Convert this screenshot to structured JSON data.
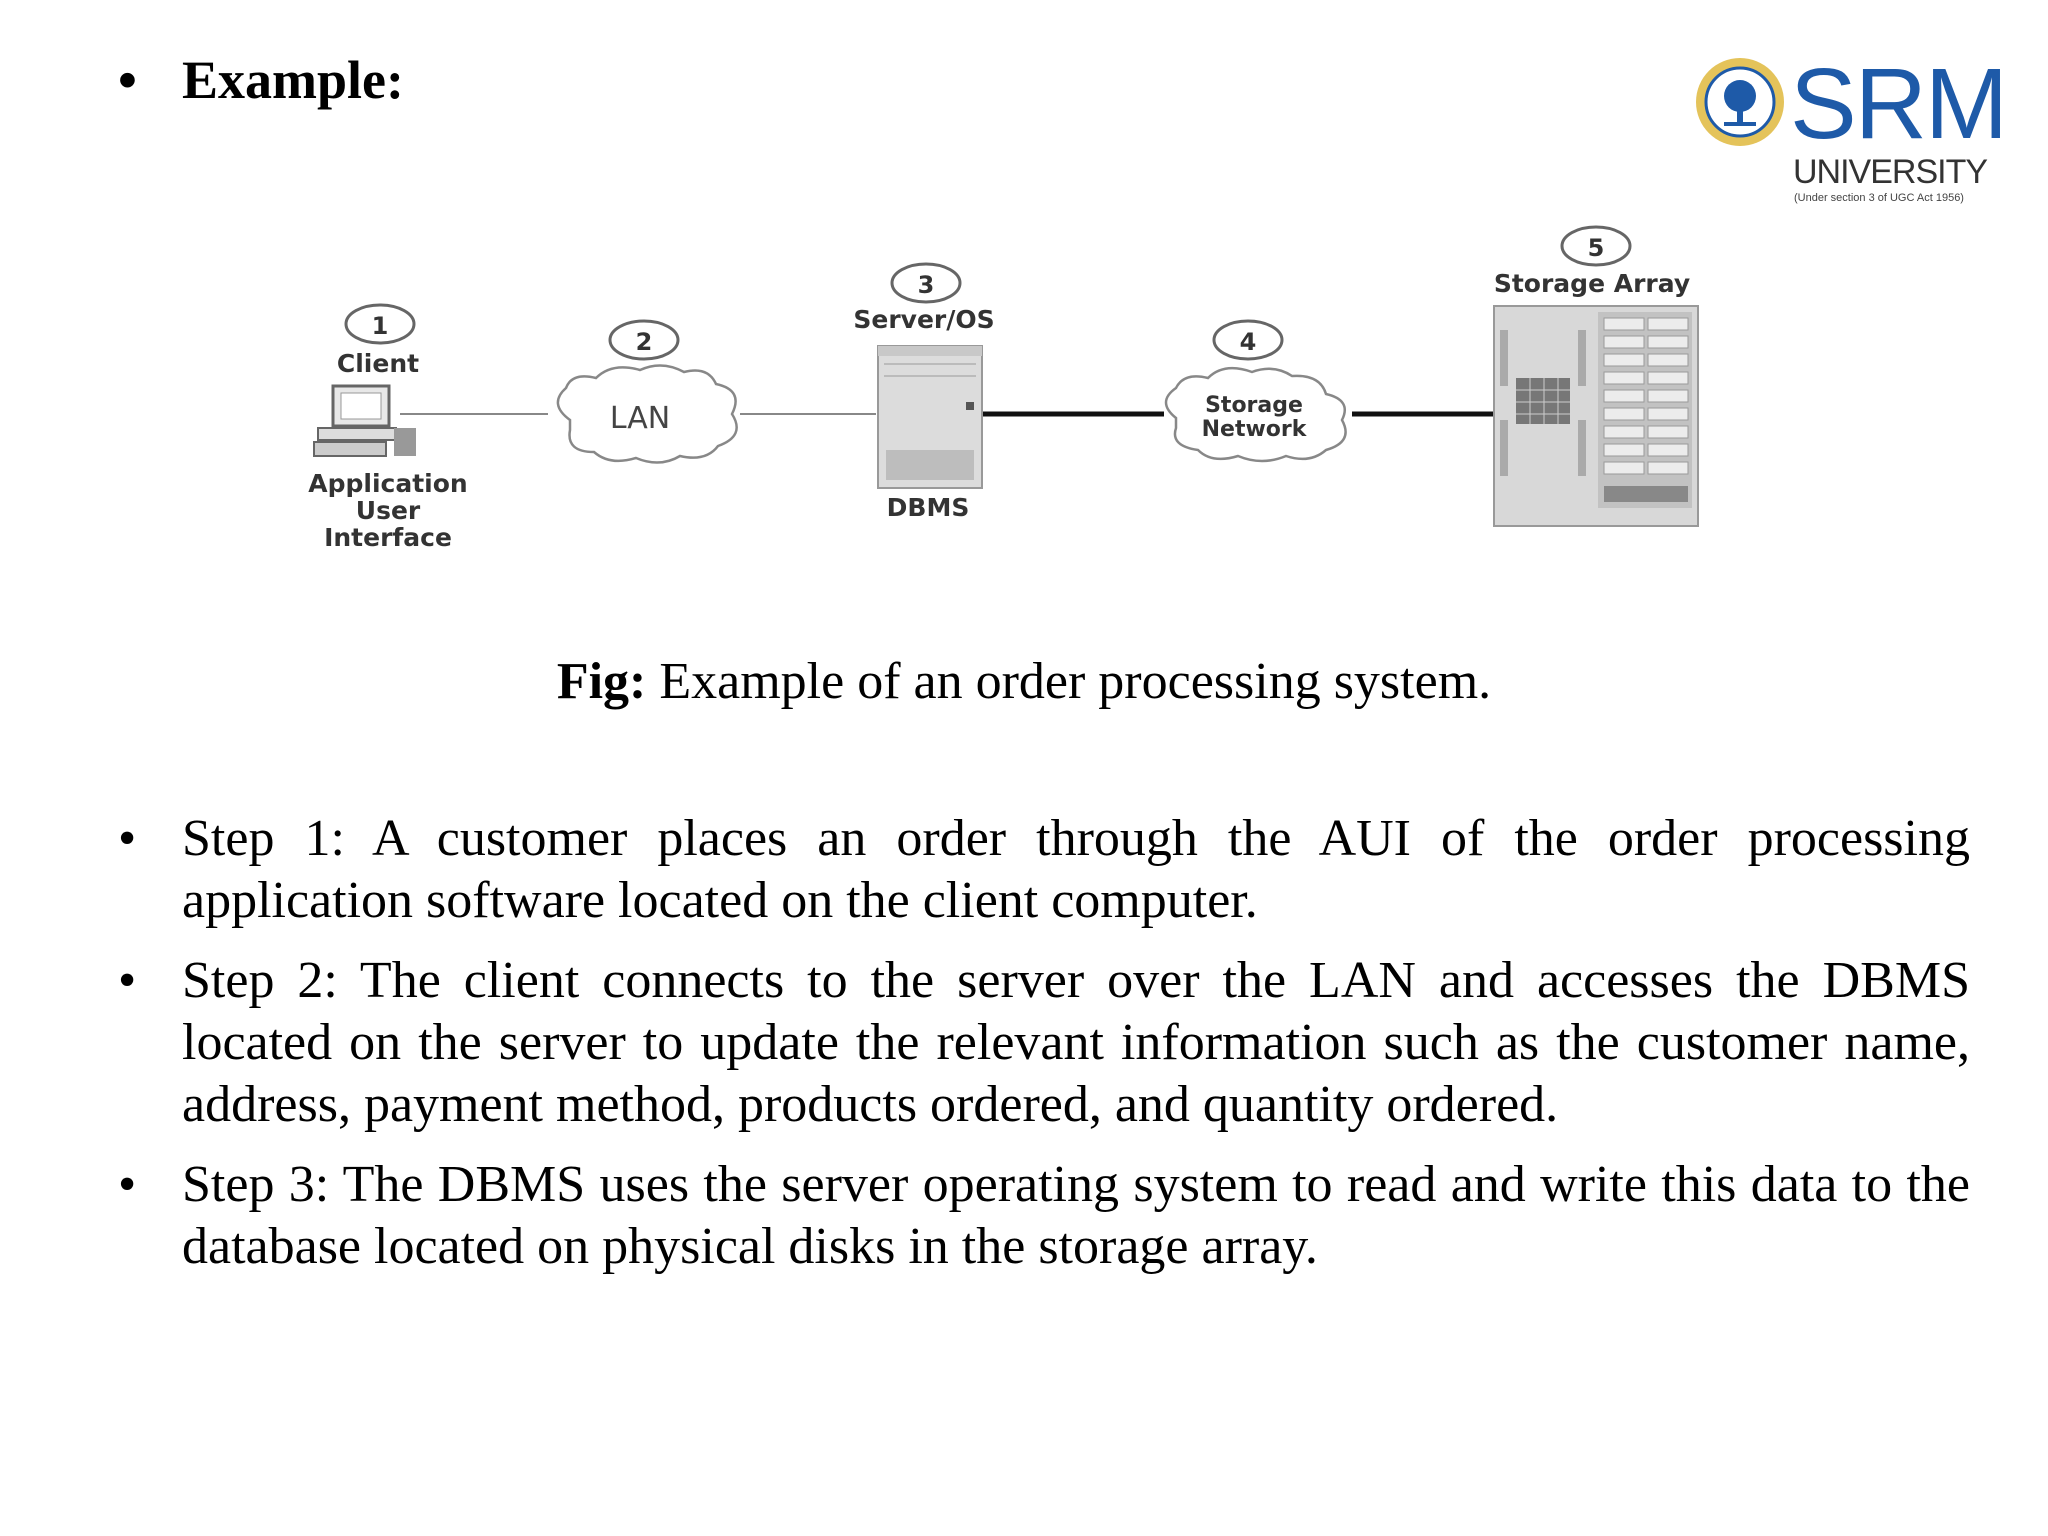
{
  "heading": {
    "bullet": "•",
    "label": "Example:"
  },
  "logo": {
    "name": "SRM",
    "university": "UNIVERSITY",
    "subtitle": "(Under section 3 of UGC Act 1956)"
  },
  "diagram": {
    "nodes": [
      {
        "number": "1",
        "label": "Client",
        "sub_label_lines": [
          "Application",
          "User",
          "Interface"
        ]
      },
      {
        "number": "2",
        "label": "LAN"
      },
      {
        "number": "3",
        "label": "Server/OS",
        "sub_label": "DBMS"
      },
      {
        "number": "4",
        "label_lines": [
          "Storage",
          "Network"
        ]
      },
      {
        "number": "5",
        "label": "Storage Array"
      }
    ]
  },
  "caption": {
    "bold": "Fig:",
    "text": " Example of an order processing system."
  },
  "steps": [
    {
      "bullet": "•",
      "text": "Step 1: A customer places an order through the AUI of the order processing application software located on the client computer."
    },
    {
      "bullet": "•",
      "text": "Step 2: The client connects to the server over the LAN and accesses the DBMS located on the server to update the relevant information such as the customer name, address, payment method, products ordered, and quantity ordered."
    },
    {
      "bullet": "•",
      "text": "Step 3: The DBMS uses the server operating system to read and write this data to the database located on physical disks in the storage array."
    }
  ],
  "colors": {
    "logo_blue": "#1e5aa8",
    "text": "#000000",
    "diagram_gray": "#888888"
  }
}
